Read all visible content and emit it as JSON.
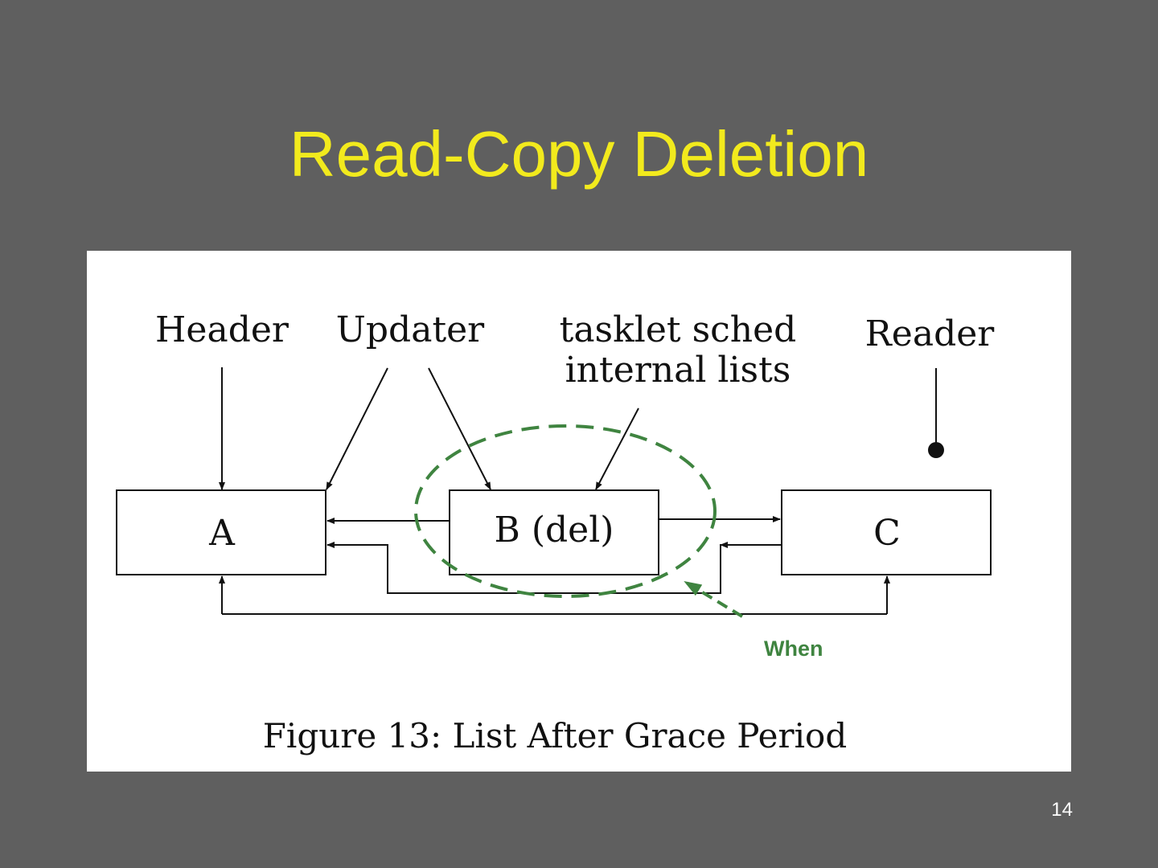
{
  "slide": {
    "title": "Read-Copy Deletion",
    "page_number": "14"
  },
  "figure": {
    "labels": {
      "header": "Header",
      "updater": "Updater",
      "tasklet_line1": "tasklet sched",
      "tasklet_line2": "internal lists",
      "reader": "Reader"
    },
    "nodes": {
      "a": "A",
      "b": "B (del)",
      "c": "C"
    },
    "caption": "Figure 13: List After Grace Period"
  },
  "annotation": {
    "text": "When",
    "color": "#3f8440"
  },
  "colors": {
    "background": "#5f5f5f",
    "title": "#f2ea1d",
    "panel": "#ffffff"
  }
}
